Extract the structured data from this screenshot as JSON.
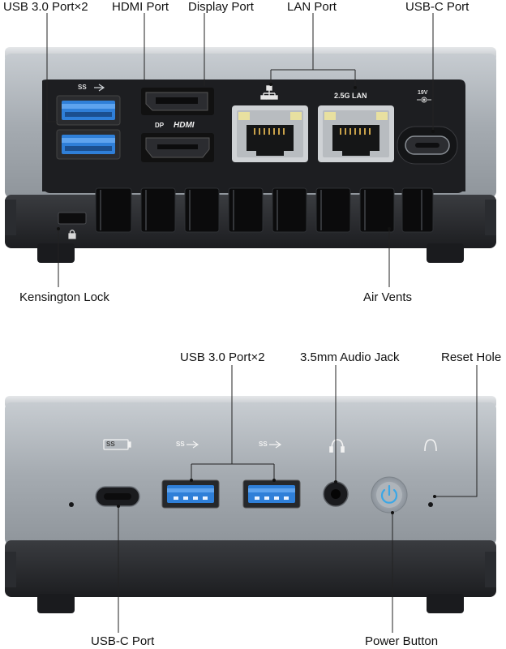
{
  "rear": {
    "labels": {
      "usb3": "USB 3.0 Port×2",
      "hdmi": "HDMI Port",
      "display_port": "Display Port",
      "lan": "LAN Port",
      "usbc": "USB-C Port",
      "kensington": "Kensington Lock",
      "vents": "Air Vents"
    },
    "panel_marks": {
      "ss": "SS",
      "dp": "DP",
      "hdmi_logo": "HDMI",
      "lan_speed": "2.5G LAN",
      "dc_in": "19V"
    }
  },
  "front": {
    "labels": {
      "usb3": "USB 3.0 Port×2",
      "audio": "3.5mm Audio Jack",
      "reset": "Reset Hole",
      "usbc": "USB-C Port",
      "power": "Power Button"
    },
    "panel_marks": {
      "ss1": "SS",
      "ss2": "SS",
      "ss3": "SS"
    }
  },
  "colors": {
    "usb_blue": "#2f7fd8",
    "silver": "#a6acb2",
    "panel_black": "#1d1e21",
    "power_glow": "#3aa7e6"
  }
}
